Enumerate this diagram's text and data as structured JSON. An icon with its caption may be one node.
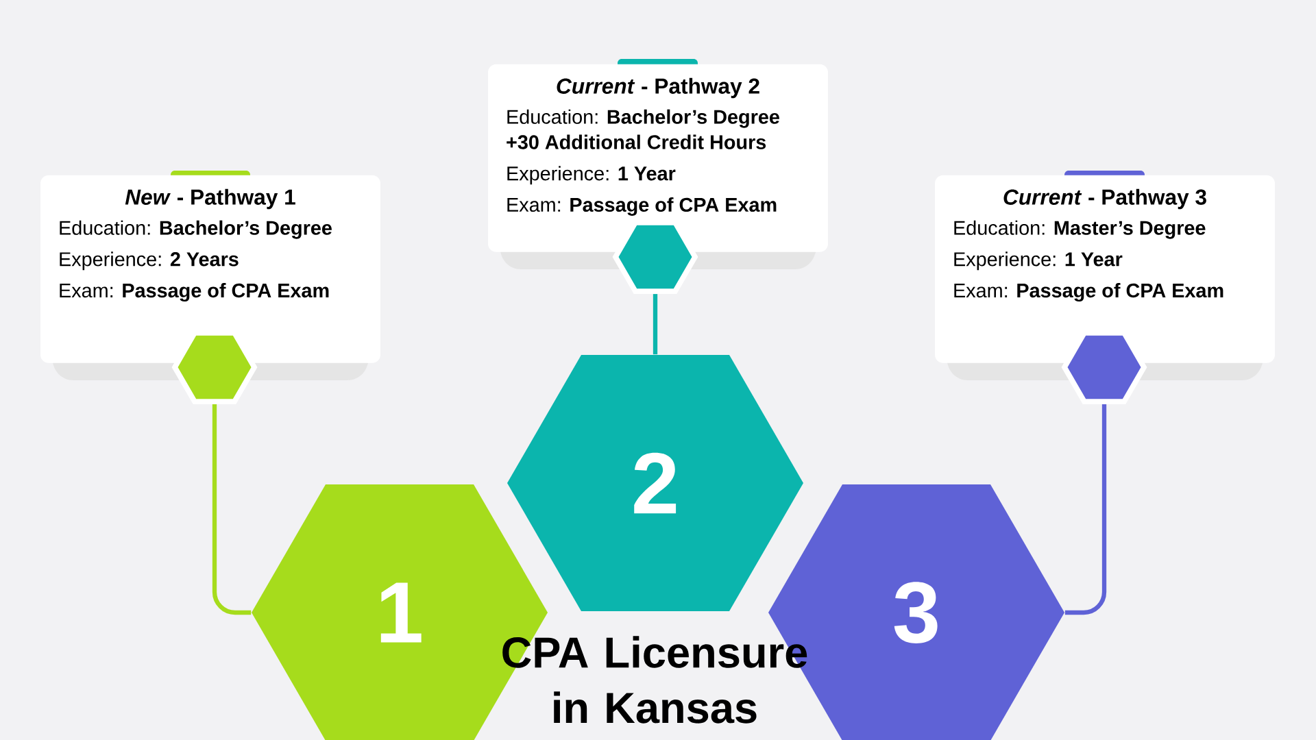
{
  "diagram": {
    "title": "CPA Licensure in Kansas",
    "nodes": [
      {
        "text": [
          "*New* - Pathway 1",
          "Education: **Bachelor’s Degree**",
          "Experience: **2 Years**",
          "Exam: **Passage of CPA Exam**"
        ]
      },
      {
        "text": [
          "*Current* - Pathway 2",
          "Education: **Bachelor’s Degree +30 Additional Credit Hours**",
          "Experience: **1 Year**",
          "Exam: **Passage of CPA Exam**"
        ]
      },
      {
        "text": [
          "*Current* - Pathway 3",
          "Education: **Master’s Degree**",
          "Experience: **1 Year**",
          "Exam: **Passage of CPA Exam**"
        ]
      },
      {
        "text": [],
        "shape": "hexagon"
      },
      {
        "text": [],
        "shape": "hexagon"
      },
      {
        "text": [],
        "shape": "hexagon"
      },
      {
        "text": [
          "1"
        ]
      },
      {
        "text": [
          "2"
        ]
      },
      {
        "text": [
          "3"
        ]
      }
    ],
    "edges": [
      {
        "from": 3,
        "to": 6,
        "arrow": "none",
        "color": "#a6dc1c"
      },
      {
        "from": 4,
        "to": 7,
        "arrow": "none",
        "color": "#0bb5ad"
      },
      {
        "from": 5,
        "to": 8,
        "arrow": "none",
        "color": "#5f62d6"
      }
    ]
  }
}
